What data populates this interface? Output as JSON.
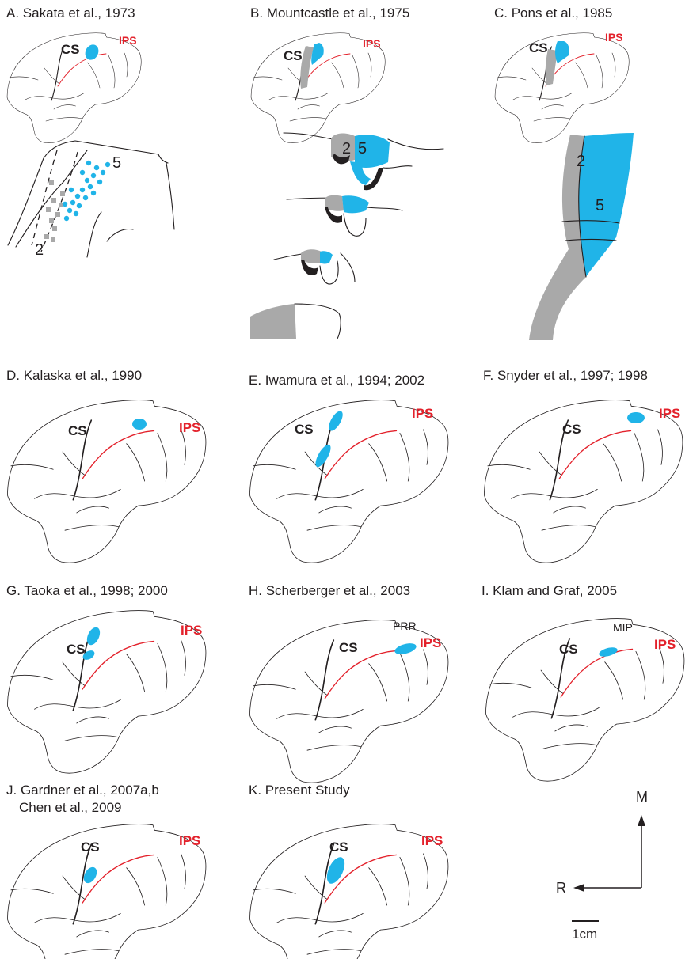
{
  "panels": {
    "a": {
      "title": "A. Sakata et al., 1973",
      "cs": "CS",
      "ips": "IPS",
      "area5": "5",
      "area2": "2"
    },
    "b": {
      "title": "B. Mountcastle et al., 1975",
      "cs": "CS",
      "ips": "IPS",
      "area2": "2",
      "area5": "5"
    },
    "c": {
      "title": "C. Pons et al., 1985",
      "cs": "CS",
      "ips": "IPS",
      "area2": "2",
      "area5": "5"
    },
    "d": {
      "title": "D. Kalaska et al., 1990",
      "cs": "CS",
      "ips": "IPS"
    },
    "e": {
      "title": "E. Iwamura et al., 1994; 2002",
      "cs": "CS",
      "ips": "IPS"
    },
    "f": {
      "title": "F. Snyder et al., 1997; 1998",
      "cs": "CS",
      "ips": "IPS"
    },
    "g": {
      "title": "G. Taoka et al., 1998; 2000",
      "cs": "CS",
      "ips": "IPS"
    },
    "h": {
      "title": "H. Scherberger et al., 2003",
      "cs": "CS",
      "ips": "IPS",
      "region": "PRR"
    },
    "i": {
      "title": "I. Klam and Graf, 2005",
      "cs": "CS",
      "ips": "IPS",
      "region": "MIP"
    },
    "j": {
      "title": "J. Gardner et al., 2007a,b",
      "title2": "Chen et al., 2009",
      "cs": "CS",
      "ips": "IPS"
    },
    "k": {
      "title": "K. Present Study",
      "cs": "CS",
      "ips": "IPS"
    }
  },
  "axes": {
    "medial": "M",
    "rostral": "R",
    "scale": "1cm"
  },
  "colors": {
    "highlight": "#20b4e8",
    "ips": "#e3212b",
    "area2": "#a9a9a9",
    "ink": "#231f20"
  }
}
